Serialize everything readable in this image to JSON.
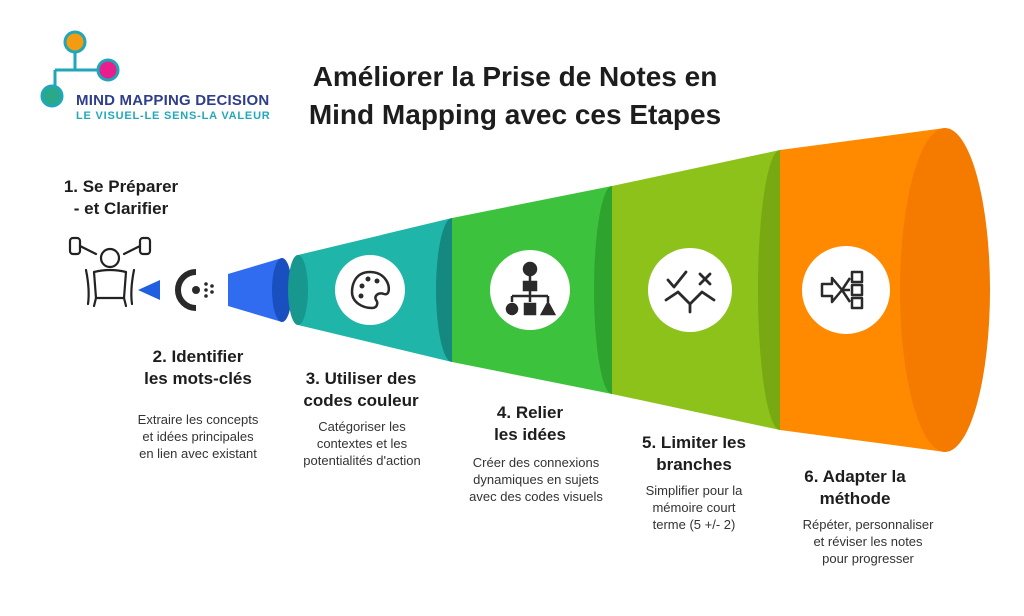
{
  "brand": {
    "name": "MIND MAPPING DECISION",
    "tagline": "LE VISUEL-LE SENS-LA VALEUR",
    "colors": [
      "#1fa6b8",
      "#f39c12",
      "#e91e8c",
      "#2aa88a"
    ]
  },
  "title": {
    "line1": "Améliorer la Prise de Notes en",
    "line2": "Mind Mapping avec ces Etapes"
  },
  "steps": [
    {
      "title": [
        "1. Se Préparer",
        "- et Clarifier"
      ],
      "description": [],
      "icon": "person-stretching-icon",
      "color": "#ffffff"
    },
    {
      "title": [
        "2. Identifier",
        "les mots-clés"
      ],
      "description": [
        "Extraire les concepts",
        "et idées principales",
        "en lien avec existant"
      ],
      "icon": "filter-c-icon",
      "color": "#1f5fe0"
    },
    {
      "title": [
        "3. Utiliser des",
        "codes couleur"
      ],
      "description": [
        "Catégoriser les",
        "contextes et les",
        "potentialités d'action"
      ],
      "icon": "palette-icon",
      "color": "#19a9a0"
    },
    {
      "title": [
        "4. Relier",
        "les idées"
      ],
      "description": [
        "Créer des connexions",
        "dynamiques en sujets",
        "avec des codes visuels"
      ],
      "icon": "idea-hierarchy-icon",
      "color": "#3cc23c"
    },
    {
      "title": [
        "5. Limiter les",
        "branches"
      ],
      "description": [
        "Simplifier pour la",
        "mémoire court",
        "terme (5 +/- 2)"
      ],
      "icon": "check-cross-choice-icon",
      "color": "#8cc21a"
    },
    {
      "title": [
        "6. Adapter la",
        "méthode"
      ],
      "description": [
        "Répéter, personnaliser",
        "et réviser les notes",
        "pour progresser"
      ],
      "icon": "flow-split-icon",
      "color": "#ff8a00"
    }
  ]
}
